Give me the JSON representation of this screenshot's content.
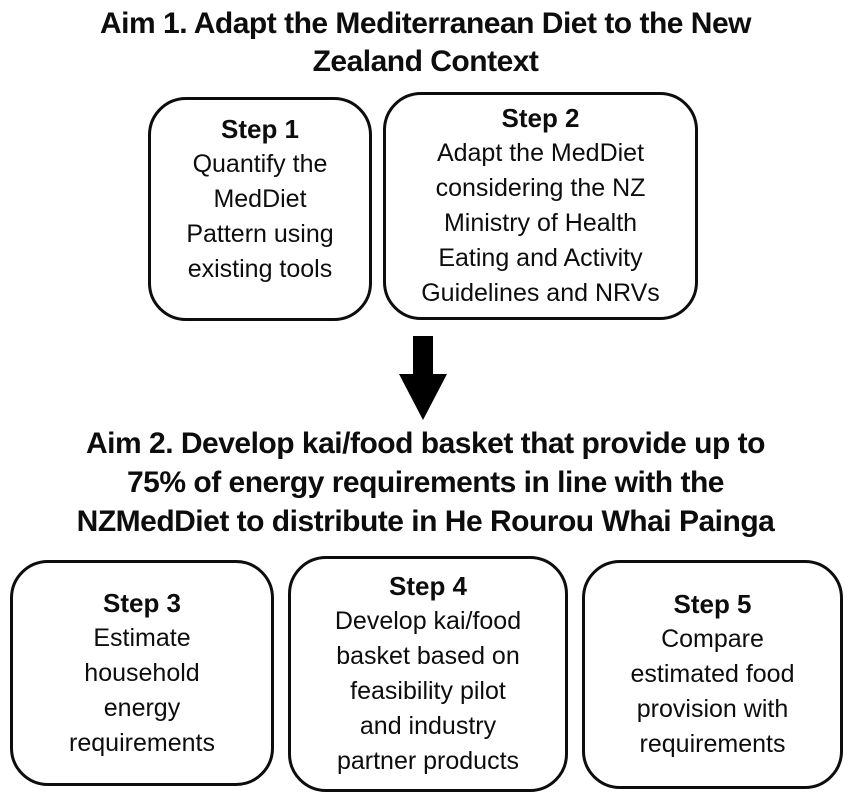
{
  "colors": {
    "ink": "#0d0d0d",
    "background": "#ffffff"
  },
  "aim1": {
    "title": "Aim 1. Adapt the Mediterranean Diet to the New\nZealand Context"
  },
  "aim2": {
    "title": "Aim 2. Develop kai/food basket that provide up to\n75% of energy requirements in line with the\nNZMedDiet to distribute in He Rourou Whai Painga"
  },
  "arrow": {
    "icon": "down-arrow"
  },
  "steps": [
    {
      "label": "Step 1",
      "body": "Quantify the\nMedDiet\nPattern using\nexisting tools"
    },
    {
      "label": "Step 2",
      "body": "Adapt the MedDiet\nconsidering the NZ\nMinistry of Health\nEating and Activity\nGuidelines and NRVs"
    },
    {
      "label": "Step 3",
      "body": "Estimate\nhousehold\nenergy\nrequirements"
    },
    {
      "label": "Step 4",
      "body": "Develop kai/food\nbasket based on\nfeasibility pilot\nand industry\npartner products"
    },
    {
      "label": "Step 5",
      "body": "Compare\nestimated food\nprovision with\nrequirements"
    }
  ]
}
